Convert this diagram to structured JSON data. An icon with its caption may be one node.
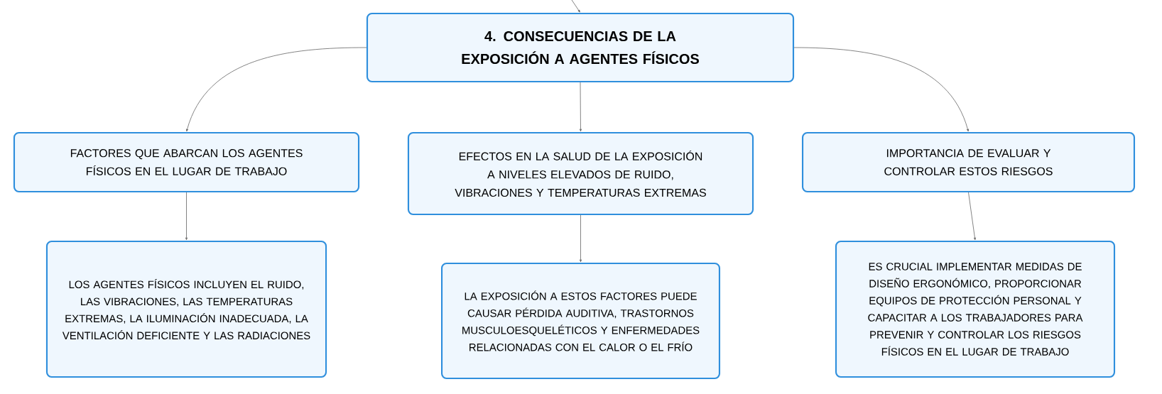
{
  "diagram": {
    "nodes": [
      {
        "text": [
          "4. CONSECUENCIAS DE LA EXPOSICIÓN A AGENTES FÍSICOS"
        ]
      },
      {
        "text": [
          "FACTORES QUE ABARCAN LOS AGENTES FÍSICOS EN EL LUGAR DE TRABAJO"
        ]
      },
      {
        "text": [
          "EFECTOS EN LA SALUD DE LA EXPOSICIÓN A NIVELES ELEVADOS DE RUIDO, VIBRACIONES Y TEMPERATURAS EXTREMAS"
        ]
      },
      {
        "text": [
          "IMPORTANCIA DE EVALUAR Y CONTROLAR ESTOS RIESGOS"
        ]
      },
      {
        "text": [
          "LOS AGENTES FÍSICOS INCLUYEN EL RUIDO, LAS VIBRACIONES, LAS TEMPERATURAS EXTREMAS, LA ILUMINACIÓN INADECUADA, LA VENTILACIÓN DEFICIENTE Y LAS RADIACIONES"
        ]
      },
      {
        "text": [
          "LA EXPOSICIÓN A ESTOS FACTORES PUEDE CAUSAR PÉRDIDA AUDITIVA, TRASTORNOS MUSCULOESQUELÉTICOS Y ENFERMEDADES RELACIONADAS CON EL CALOR O EL FRÍO"
        ]
      },
      {
        "text": [
          "ES CRUCIAL IMPLEMENTAR MEDIDAS DE DISEÑO ERGONÓMICO, PROPORCIONAR EQUIPOS DE PROTECCIÓN PERSONAL Y CAPACITAR A LOS TRABAJADORES PARA PREVENIR Y CONTROLAR LOS RIESGOS FÍSICOS EN EL LUGAR DE TRABAJO"
        ]
      }
    ],
    "edges": [
      {
        "from": null,
        "to": 0,
        "arrow": "to"
      },
      {
        "from": 0,
        "to": 1,
        "arrow": "to"
      },
      {
        "from": 0,
        "to": 2,
        "arrow": "to"
      },
      {
        "from": 0,
        "to": 3,
        "arrow": "to"
      },
      {
        "from": 1,
        "to": 4,
        "arrow": "to"
      },
      {
        "from": 2,
        "to": 5,
        "arrow": "to"
      },
      {
        "from": 3,
        "to": 6,
        "arrow": "to"
      }
    ]
  }
}
